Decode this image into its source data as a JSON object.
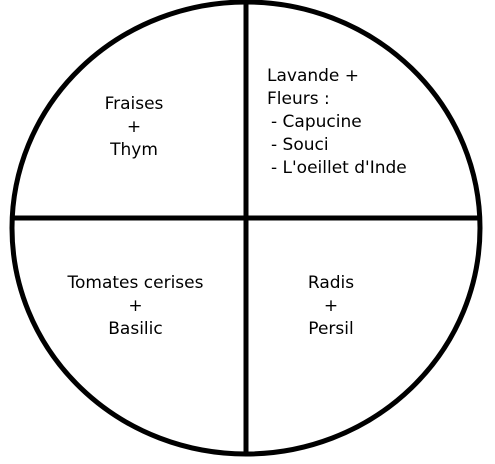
{
  "colors": {
    "stroke": "#000000",
    "background": "#ffffff"
  },
  "quadrants": {
    "top_left": {
      "lines": [
        "Fraises",
        "+",
        "Thym"
      ]
    },
    "top_right": {
      "lines": [
        "Lavande +",
        "Fleurs :",
        "- Capucine",
        "- Souci",
        "- L'oeillet d'Inde"
      ]
    },
    "bottom_left": {
      "lines": [
        "Tomates cerises",
        "+",
        "Basilic"
      ]
    },
    "bottom_right": {
      "lines": [
        "Radis",
        "+",
        "Persil"
      ]
    }
  }
}
